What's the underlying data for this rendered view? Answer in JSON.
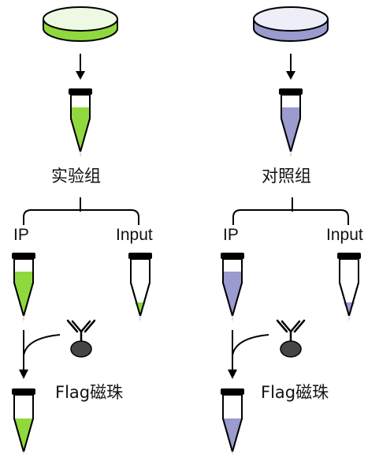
{
  "colors": {
    "experimental": "#8fd93e",
    "experimental_dark": "#6cbf2a",
    "control": "#9a9bcf",
    "control_dark": "#7e7fbf",
    "outline": "#000000"
  },
  "icons": [
    "petri-dish-icon",
    "tube-icon",
    "antibody-icon",
    "magnetic-bead-icon",
    "arrow-icon",
    "bracket-icon"
  ],
  "experimental_group": {
    "label": "实验组",
    "ip_label": "IP",
    "input_label": "Input",
    "beads_label": "Flag磁珠"
  },
  "control_group": {
    "label": "对照组",
    "ip_label": "IP",
    "input_label": "Input",
    "beads_label": "Flag磁珠"
  }
}
